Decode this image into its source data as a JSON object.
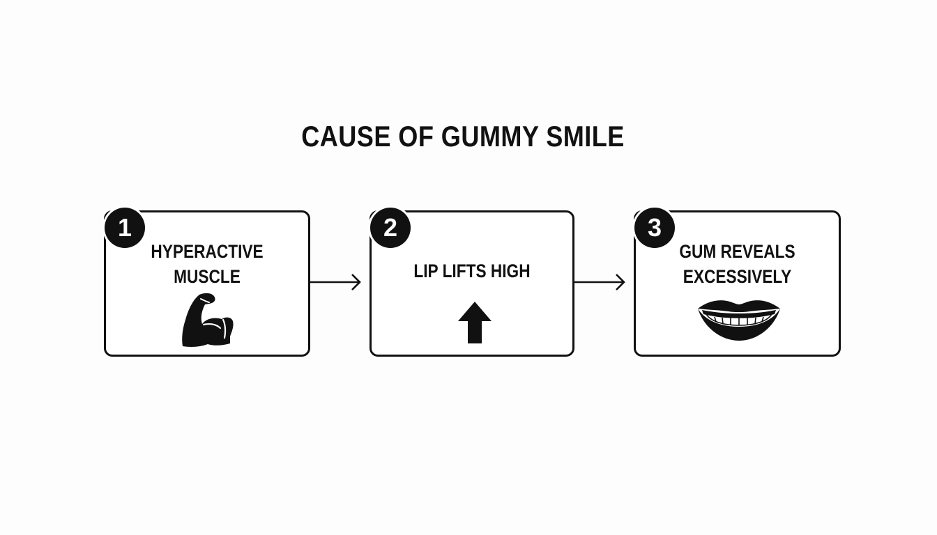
{
  "title": "CAUSE OF GUMMY SMILE",
  "steps": [
    {
      "number": "1",
      "label_lines": [
        "HYPERACTIVE",
        "MUSCLE"
      ],
      "icon": "flexed-bicep-icon"
    },
    {
      "number": "2",
      "label_lines": [
        "LIP LIFTS HIGH"
      ],
      "icon": "arrow-up-icon"
    },
    {
      "number": "3",
      "label_lines": [
        "GUM REVEALS",
        "EXCESSIVELY"
      ],
      "icon": "smiling-lips-icon"
    }
  ],
  "colors": {
    "foreground": "#111111",
    "background": "#fdfdfd"
  }
}
